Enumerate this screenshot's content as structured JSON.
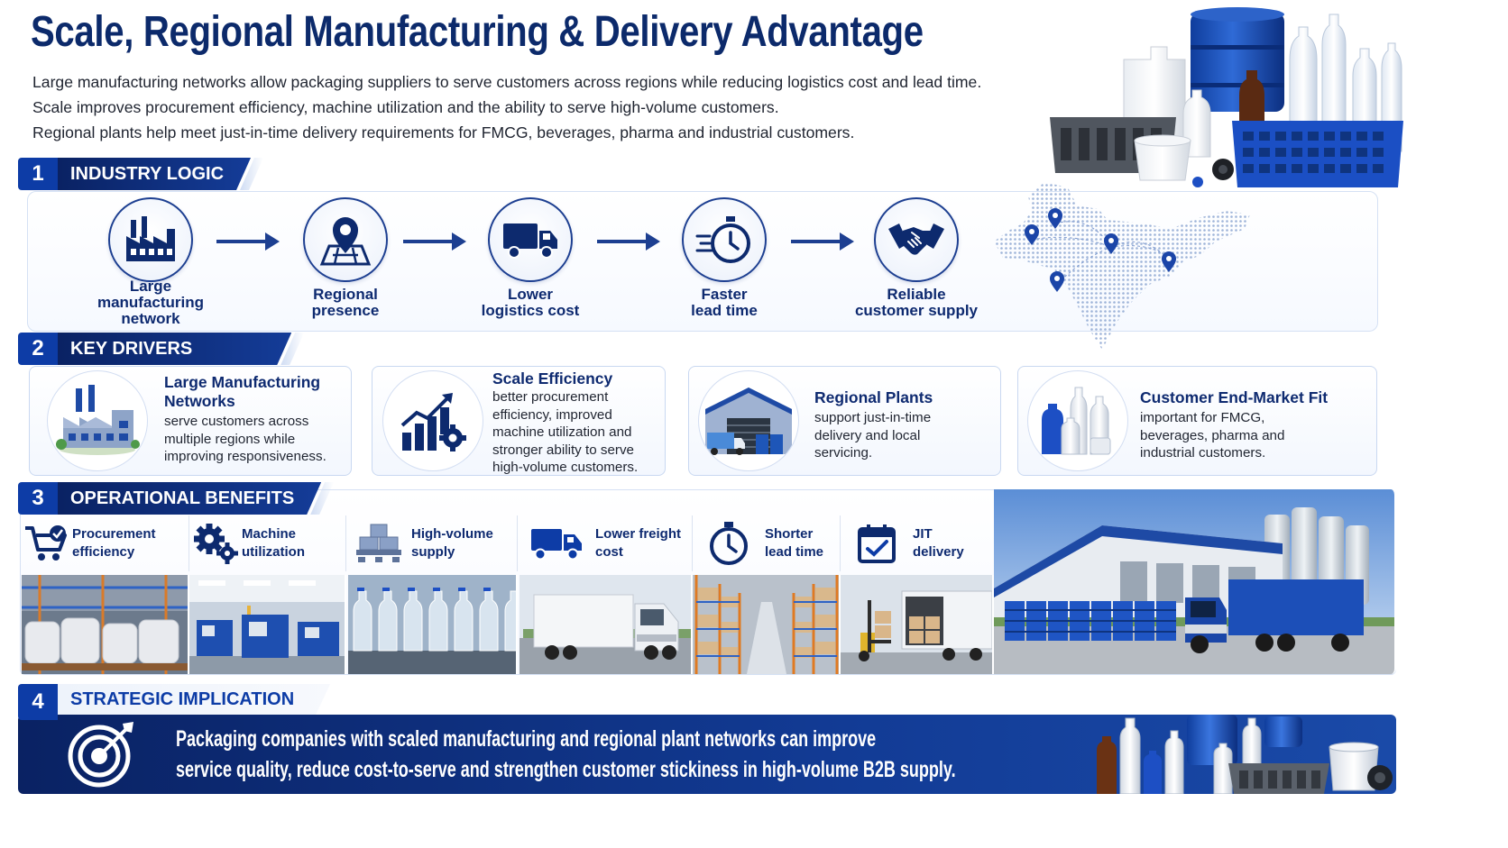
{
  "header": {
    "title": "Scale, Regional Manufacturing & Delivery Advantage",
    "intro": [
      "Large manufacturing networks allow packaging suppliers to serve customers across regions while reducing logistics cost and lead time.",
      "Scale improves procurement efficiency, machine utilization and the ability to serve high-volume customers.",
      "Regional plants help meet just-in-time delivery requirements for FMCG, beverages, pharma and industrial customers."
    ]
  },
  "sections": {
    "s1": {
      "num": "1",
      "title": "INDUSTRY LOGIC"
    },
    "s2": {
      "num": "2",
      "title": "KEY DRIVERS"
    },
    "s3": {
      "num": "3",
      "title": "OPERATIONAL BENEFITS"
    },
    "s4": {
      "num": "4",
      "title": "STRATEGIC IMPLICATION"
    }
  },
  "industry_logic": {
    "steps": [
      {
        "icon": "factory-icon",
        "lines": [
          "Large",
          "manufacturing",
          "network"
        ]
      },
      {
        "icon": "map-pin-icon",
        "lines": [
          "Regional",
          "presence"
        ]
      },
      {
        "icon": "truck-icon",
        "lines": [
          "Lower",
          "logistics cost"
        ]
      },
      {
        "icon": "stopwatch-icon",
        "lines": [
          "Faster",
          "lead time"
        ]
      },
      {
        "icon": "handshake-icon",
        "lines": [
          "Reliable",
          "customer supply"
        ]
      }
    ]
  },
  "key_drivers": [
    {
      "icon": "factory-illustration-icon",
      "title_lines": [
        "Large Manufacturing",
        "Networks"
      ],
      "desc": [
        "serve customers across",
        "multiple regions while",
        "improving responsiveness."
      ]
    },
    {
      "icon": "growth-chart-gear-icon",
      "title_lines": [
        "Scale Efficiency"
      ],
      "desc": [
        "better procurement",
        "efficiency, improved",
        "machine utilization and",
        "stronger ability to serve",
        "high-volume customers."
      ]
    },
    {
      "icon": "warehouse-truck-icon",
      "title_lines": [
        "Regional Plants"
      ],
      "desc": [
        "support just-in-time",
        "delivery and local",
        "servicing."
      ]
    },
    {
      "icon": "bottles-icon",
      "title_lines": [
        "Customer End-Market Fit"
      ],
      "desc": [
        "important for FMCG,",
        "beverages, pharma and",
        "industrial customers."
      ]
    }
  ],
  "operational_benefits": [
    {
      "icon": "cart-check-icon",
      "lines": [
        "Procurement",
        "efficiency"
      ]
    },
    {
      "icon": "gears-icon",
      "lines": [
        "Machine",
        "utilization"
      ]
    },
    {
      "icon": "pallet-boxes-icon",
      "lines": [
        "High-volume",
        "supply"
      ]
    },
    {
      "icon": "truck-icon",
      "lines": [
        "Lower freight",
        "cost"
      ]
    },
    {
      "icon": "stopwatch-icon",
      "lines": [
        "Shorter",
        "lead time"
      ]
    },
    {
      "icon": "calendar-check-icon",
      "lines": [
        "JIT",
        "delivery"
      ]
    }
  ],
  "strategic_implication": {
    "icon": "target-icon",
    "lines": [
      "Packaging companies with scaled manufacturing and regional plant networks can improve",
      "service quality, reduce cost-to-serve and strengthen customer stickiness in high-volume B2B supply."
    ]
  },
  "colors": {
    "navy": "#0a2263",
    "brand_blue": "#0d3ca6",
    "accent_blue": "#1d3f91",
    "border": "#d5e1f4"
  }
}
